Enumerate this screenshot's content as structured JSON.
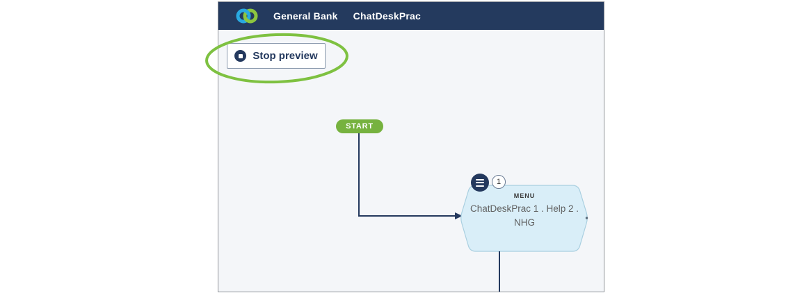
{
  "header": {
    "brand": "General Bank",
    "project": "ChatDeskPrac",
    "logo_icon": "interlocked-rings-logo"
  },
  "toolbar": {
    "stop_preview_label": "Stop preview",
    "stop_icon": "stop-square-in-circle"
  },
  "flow": {
    "start_label": "START",
    "node": {
      "type_label": "MENU",
      "title": "ChatDeskPrac 1 . Help 2 . NHG",
      "badge_count": "1",
      "menu_icon": "hamburger-menu"
    }
  },
  "annotation": {
    "shape": "hand-drawn-ellipse-highlight",
    "target": "stop-preview-button",
    "color": "#7ec141"
  },
  "colors": {
    "header_bg": "#243a5e",
    "canvas_bg": "#f4f6f9",
    "node_fill": "#d9eef8",
    "node_border": "#a9cfe0",
    "start_green": "#76b23f",
    "connector_navy": "#24395e",
    "annotation_green": "#7ec141",
    "logo_blue": "#29aae1",
    "logo_green": "#8dc63f"
  }
}
